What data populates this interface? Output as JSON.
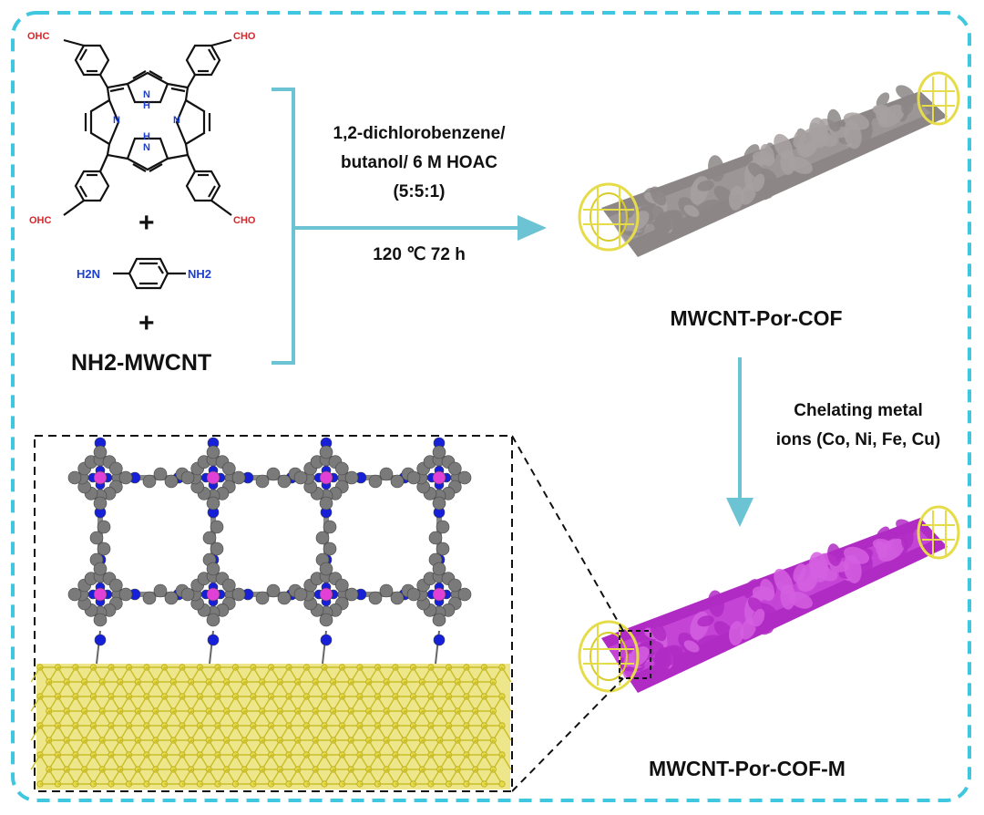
{
  "reactants": {
    "aldehyde_groups": [
      "OHC",
      "CHO",
      "OHC",
      "CHO"
    ],
    "nh_labels": [
      "N",
      "H",
      "N",
      "H"
    ],
    "n_labels": [
      "N",
      "N"
    ],
    "plus_1": "+",
    "diamine_left": "H2N",
    "diamine_right": "NH2",
    "plus_2": "+",
    "cnt_reactant": "NH2-MWCNT"
  },
  "conditions": {
    "solvent_line1": "1,2-dichlorobenzene/",
    "solvent_line2": "butanol/ 6 M HOAC",
    "ratio": "(5:5:1)",
    "temp_time": "120 ℃  72 h"
  },
  "products": {
    "cof_label": "MWCNT-Por-COF",
    "metal_step_line1": "Chelating metal",
    "metal_step_line2": "ions (Co, Ni, Fe, Cu)",
    "cof_m_label": "MWCNT-Por-COF-M"
  },
  "colors": {
    "frame": "#3ec7df",
    "arrow": "#6cc3d3",
    "cof_shell": "#8c8686",
    "cof_m_shell": "#b02ac4",
    "nanotube": "#e6dc4a",
    "carbon": "#7a7a7a",
    "nitrogen": "#1520d8",
    "metal": "#e040d6"
  }
}
